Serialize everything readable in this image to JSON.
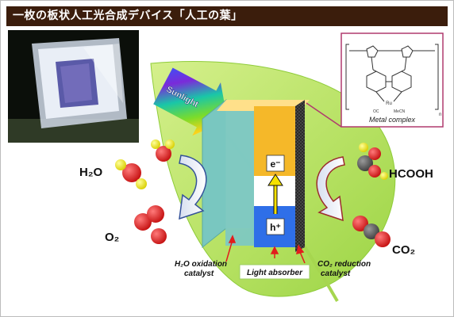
{
  "header": {
    "title": "一枚の板状人工光合成デバイス「人工の葉」"
  },
  "labels": {
    "sunlight": "Sunlight",
    "h2o": "H₂O",
    "o2": "O₂",
    "hcooh": "HCOOH",
    "co2": "CO₂",
    "electron": "e⁻",
    "hole": "h⁺",
    "oxidation_catalyst_line1": "H₂O oxidation",
    "oxidation_catalyst_line2": "catalyst",
    "light_absorber": "Light absorber",
    "reduction_catalyst_line1": "CO₂ reduction",
    "reduction_catalyst_line2": "catalyst",
    "metal_complex": "Metal complex",
    "ligand_oc": "OC",
    "ligand_mecn": "MeCN",
    "metal_ru": "Ru",
    "subscript_n": "n"
  },
  "colors": {
    "title_bg": "#3b1d0c",
    "leaf": "#b9e36a",
    "leaf_dark": "#8fcc3a",
    "panel": "#7fc9c0",
    "electron_band": "#f5b829",
    "hole_band": "#2f6fe8",
    "oxygen": "#e21d1d",
    "hydrogen": "#f2ea1a",
    "carbon": "#555555",
    "complex_border": "#b03a6e"
  }
}
